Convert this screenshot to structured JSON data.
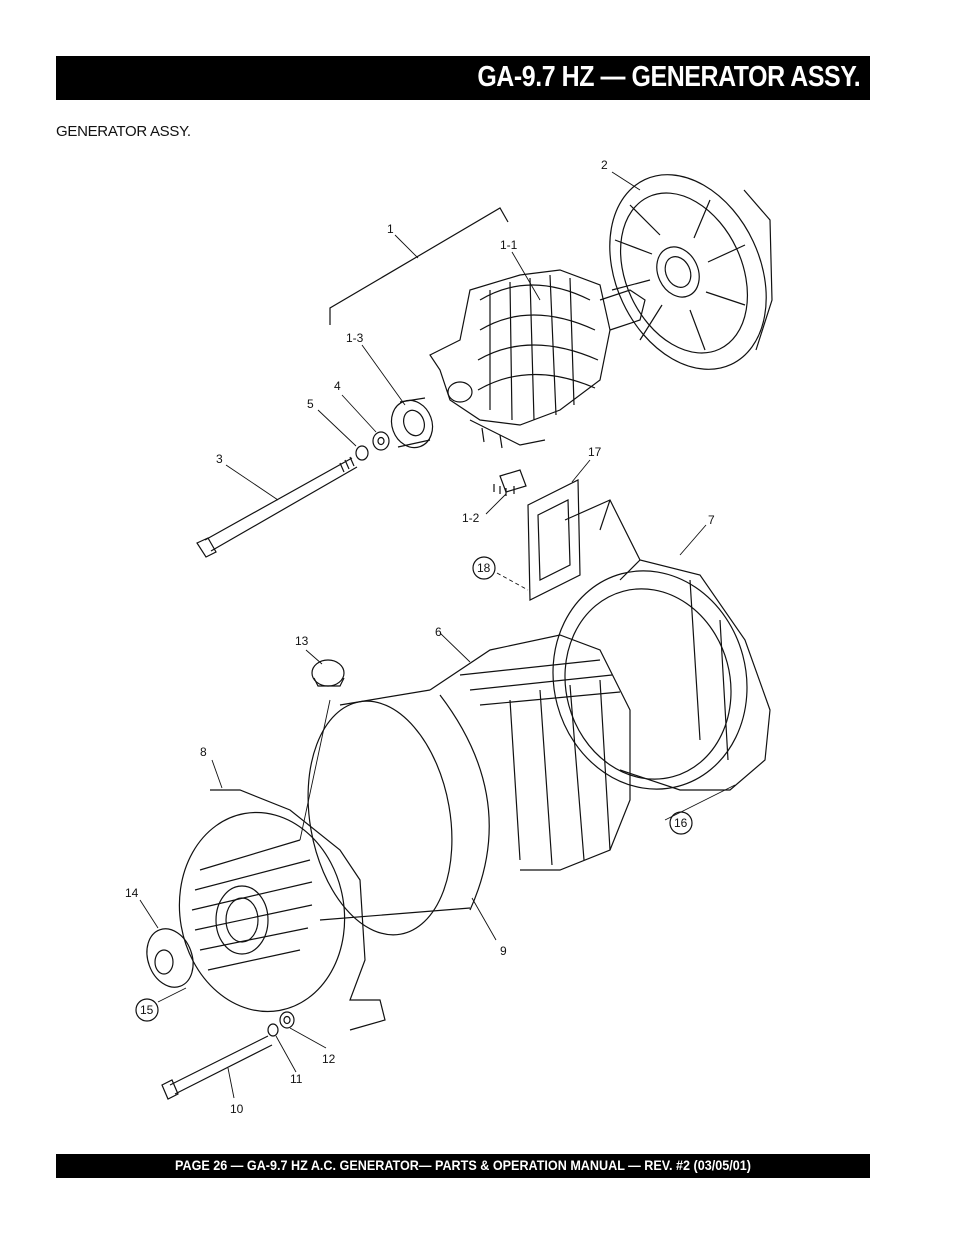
{
  "header": {
    "title": "GA-9.7 HZ — GENERATOR ASSY."
  },
  "section_label": "GENERATOR ASSY.",
  "callouts": {
    "c1": "1",
    "c1_1": "1-1",
    "c1_2": "1-2",
    "c1_3": "1-3",
    "c2": "2",
    "c3": "3",
    "c4": "4",
    "c5": "5",
    "c6": "6",
    "c7": "7",
    "c8": "8",
    "c9": "9",
    "c10": "10",
    "c11": "11",
    "c12": "12",
    "c13": "13",
    "c14": "14",
    "c15": "15",
    "c16": "16",
    "c17": "17",
    "c18": "18"
  },
  "footer": {
    "text": "PAGE 26 — GA-9.7 HZ A.C. GENERATOR— PARTS & OPERATION MANUAL — REV. #2 (03/05/01)"
  }
}
